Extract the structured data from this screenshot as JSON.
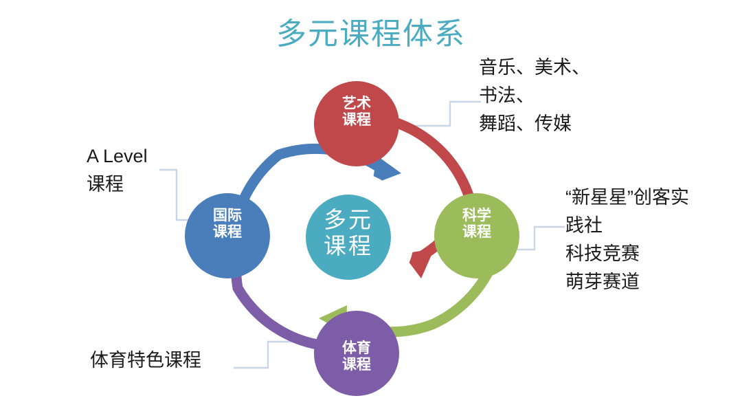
{
  "title": "多元课程体系",
  "theme": {
    "title_color": "#4BABC0",
    "center_color": "#4BABC0",
    "art_color": "#C0484B",
    "science_color": "#9CBB5B",
    "pe_color": "#7D5CA8",
    "international_color": "#4A7EBB",
    "connector_color": "#C9D6E5",
    "text_color": "#1A1A1A",
    "background": "#FFFFFF"
  },
  "center": {
    "line1": "多元",
    "line2": "课程"
  },
  "nodes": [
    {
      "key": "art",
      "line1": "艺术",
      "line2": "课程",
      "color": "#C0484B",
      "position": "top"
    },
    {
      "key": "science",
      "line1": "科学",
      "line2": "课程",
      "color": "#9CBB5B",
      "position": "right"
    },
    {
      "key": "pe",
      "line1": "体育",
      "line2": "课程",
      "color": "#7D5CA8",
      "position": "bottom"
    },
    {
      "key": "international",
      "line1": "国际",
      "line2": "课程",
      "color": "#4A7EBB",
      "position": "left"
    }
  ],
  "callouts": {
    "art": {
      "line1": "音乐、美术、",
      "line2": "书法、",
      "line3": "舞蹈、传媒"
    },
    "science": {
      "line1": "“新星星”创客实",
      "line2": "践社",
      "line3": "科技竞赛",
      "line4": "萌芽赛道"
    },
    "international": {
      "line1": "A Level",
      "line2": "课程"
    },
    "pe": {
      "line1": "体育特色课程"
    }
  },
  "chart_data": {
    "type": "diagram",
    "title": "多元课程体系",
    "center_node": "多元课程",
    "cycle_direction": "clockwise",
    "nodes": [
      {
        "label": "艺术课程",
        "color": "#C0484B",
        "detail": "音乐、美术、书法、舞蹈、传媒"
      },
      {
        "label": "科学课程",
        "color": "#9CBB5B",
        "detail": "“新星星”创客实践社 科技竞赛 萌芽赛道"
      },
      {
        "label": "体育课程",
        "color": "#7D5CA8",
        "detail": "体育特色课程"
      },
      {
        "label": "国际课程",
        "color": "#4A7EBB",
        "detail": "A Level 课程"
      }
    ],
    "arrows": [
      {
        "from": "国际课程",
        "to": "艺术课程",
        "color": "#4A7EBB"
      },
      {
        "from": "艺术课程",
        "to": "科学课程",
        "color": "#C0484B"
      },
      {
        "from": "科学课程",
        "to": "体育课程",
        "color": "#9CBB5B"
      },
      {
        "from": "体育课程",
        "to": "国际课程",
        "color": "#7D5CA8"
      }
    ]
  }
}
